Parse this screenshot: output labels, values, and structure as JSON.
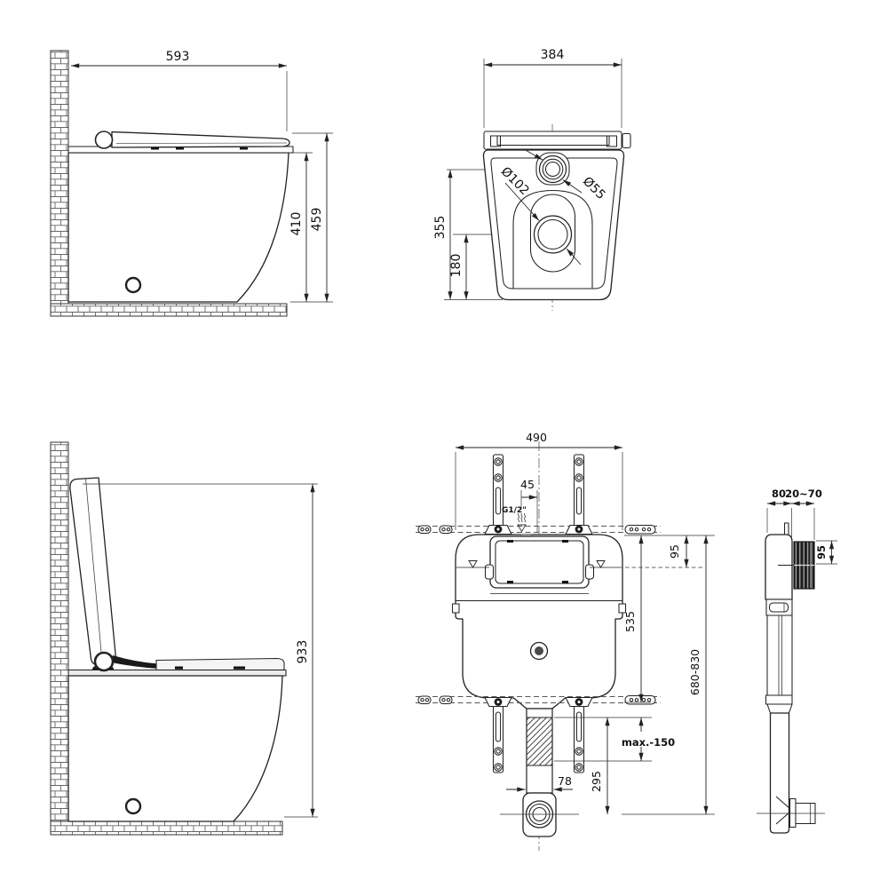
{
  "colors": {
    "line": "#222222",
    "background": "#ffffff",
    "flush_plate_fill": "#1f1f1f"
  },
  "views": {
    "toilet_side_closed": {
      "width": "593",
      "overall_height": "459",
      "seat_height": "410"
    },
    "toilet_bottom": {
      "width": "384",
      "outlet_diameter": "Ø102",
      "inlet_diameter": "Ø55",
      "inlet_distance": "355",
      "outlet_distance": "180"
    },
    "toilet_side_open": {
      "open_lid_height": "933"
    },
    "cistern_front": {
      "width": "490",
      "inlet_offset": "45",
      "inlet_thread": "G1/2\"",
      "top_to_water_level": "95",
      "top_to_lower_rail": "535",
      "install_height_range": "680-830",
      "max_pipe_cut": "max.-150",
      "outlet_pipe_width": "78",
      "rail_to_outlet": "295"
    },
    "cistern_side": {
      "depth": "80",
      "adjustment_range": "20~70",
      "flush_plate_height": "95"
    }
  }
}
